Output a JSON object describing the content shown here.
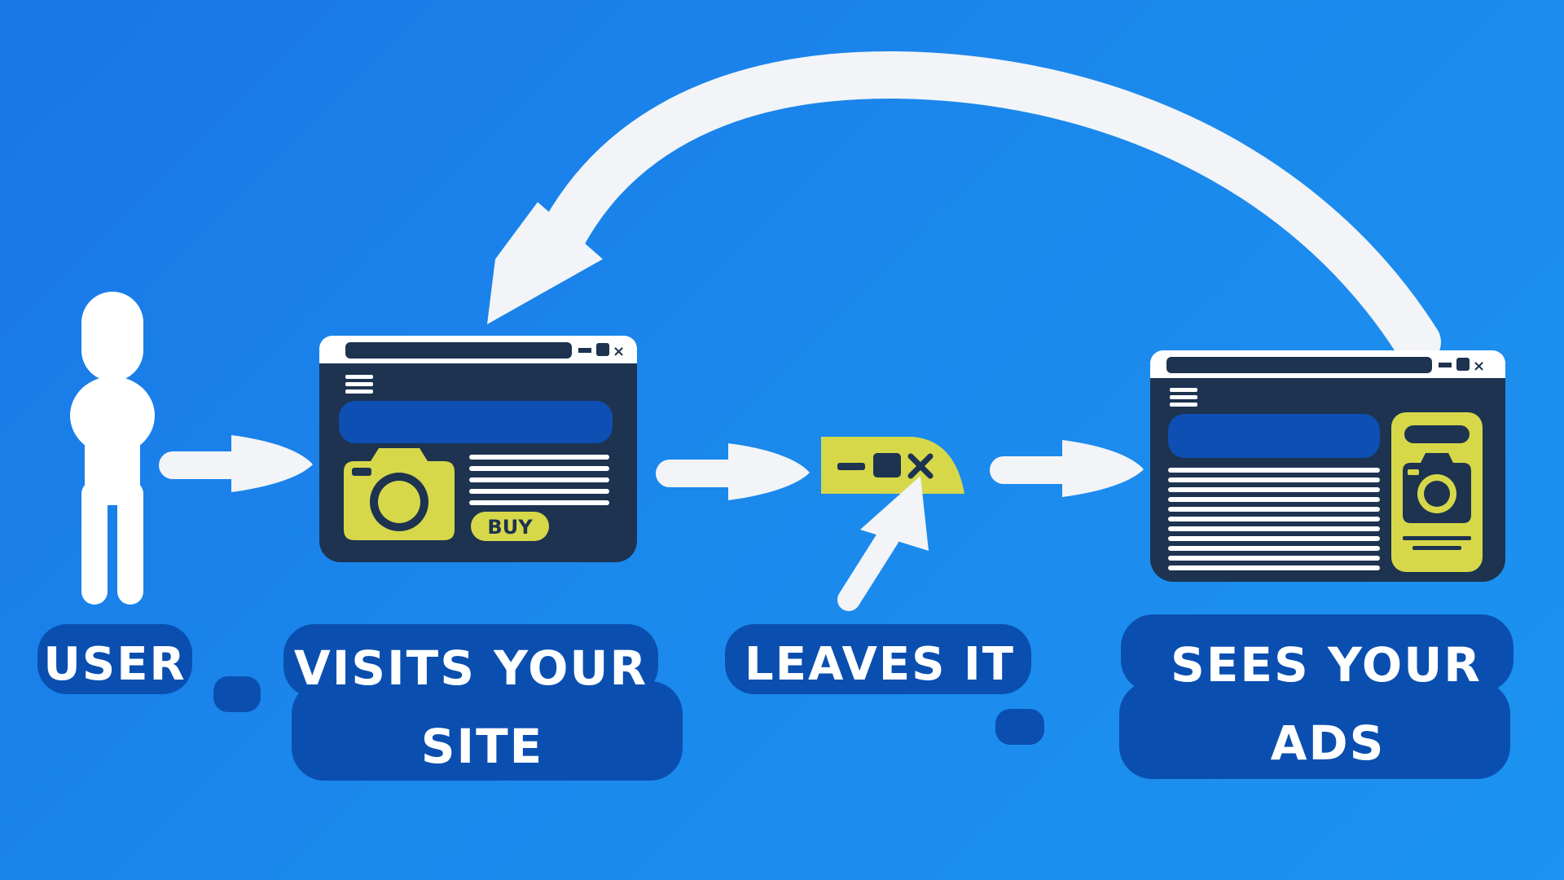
{
  "steps": {
    "user": {
      "label": "USER"
    },
    "visits": {
      "line1": "VISITS YOUR",
      "line2": "SITE"
    },
    "leaves": {
      "label": "LEAVES IT"
    },
    "sees": {
      "line1": "SEES YOUR",
      "line2": "ADS"
    }
  },
  "site_window": {
    "buy_label": "BUY"
  },
  "colors": {
    "background": "#1a86ec",
    "window_dark": "#1d3350",
    "window_accent": "#0d4fb3",
    "yellow": "#d6d84a",
    "label_blob": "#0a4fb0",
    "arrow": "#f2f4f8"
  },
  "icons": [
    "person-icon",
    "browser-window-icon",
    "camera-icon",
    "hamburger-menu-icon",
    "window-controls-icon",
    "cursor-arrow-icon",
    "close-icon",
    "arrow-right-icon",
    "curved-return-arrow-icon"
  ]
}
